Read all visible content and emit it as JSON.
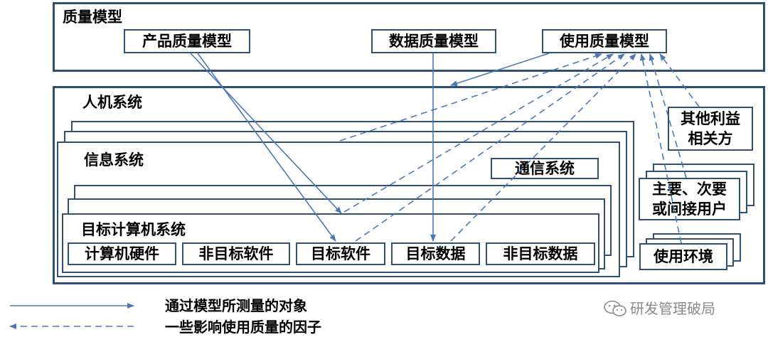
{
  "quality_model": {
    "title": "质量模型",
    "product": "产品质量模型",
    "data": "数据质量模型",
    "use": "使用质量模型"
  },
  "human_machine": {
    "title": "人机系统",
    "stakeholders": [
      "其他利益",
      "相关方"
    ],
    "users": [
      "主要、次要",
      "或间接用户"
    ],
    "environment": "使用环境"
  },
  "info_system": {
    "title": "信息系统",
    "comm": "通信系统"
  },
  "target_system": {
    "title": "目标计算机系统",
    "items": [
      "计算机硬件",
      "非目标软件",
      "目标软件",
      "目标数据",
      "非目标数据"
    ]
  },
  "legend": {
    "solid": "通过模型所测量的对象",
    "dashed": "一些影响使用质量的因子"
  },
  "watermark": "研发管理破局",
  "colors": {
    "border": "#2f4f73",
    "arrow": "#4a78b8"
  }
}
